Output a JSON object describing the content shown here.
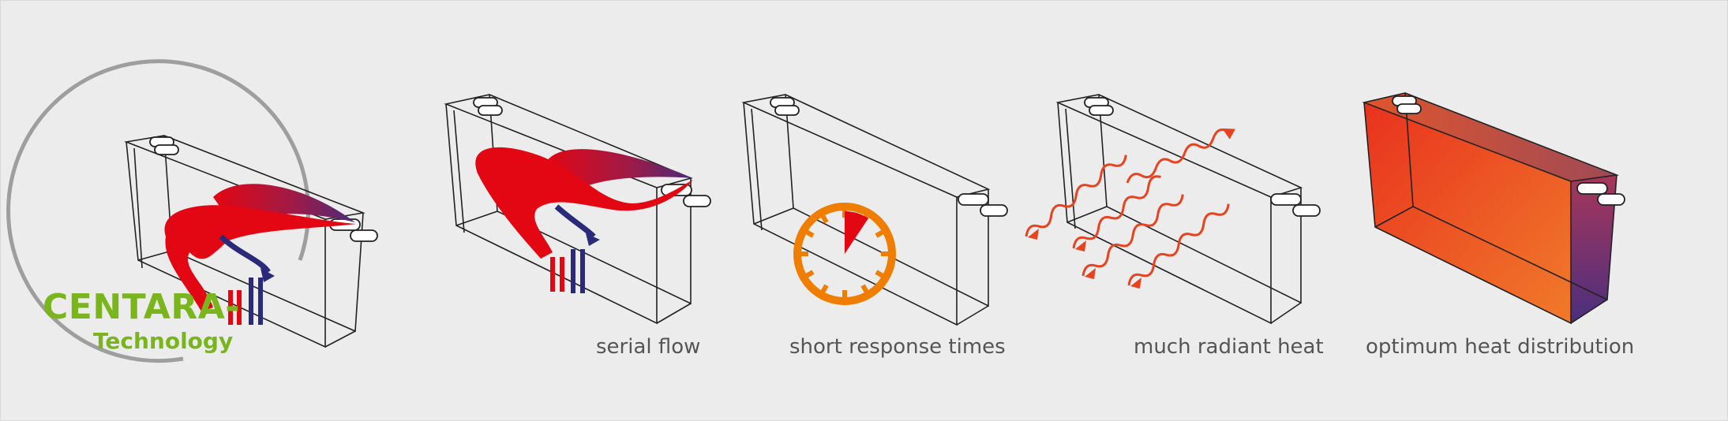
{
  "brand": {
    "title": "CENTARA-",
    "subtitle": "Technology",
    "color": "#7ab51d"
  },
  "features": [
    {
      "caption": "serial flow",
      "icon": "serial-flow-radiator-icon"
    },
    {
      "caption": "short response times",
      "icon": "stopwatch-radiator-icon"
    },
    {
      "caption": "much radiant heat",
      "icon": "radiant-heat-radiator-icon"
    },
    {
      "caption": "optimum heat distribution",
      "icon": "heat-distribution-radiator-icon"
    }
  ],
  "colors": {
    "hot": "#e30613",
    "cold": "#2b2a7a",
    "accent": "#ef7d00",
    "caption": "#555555",
    "background": "#ececec"
  }
}
